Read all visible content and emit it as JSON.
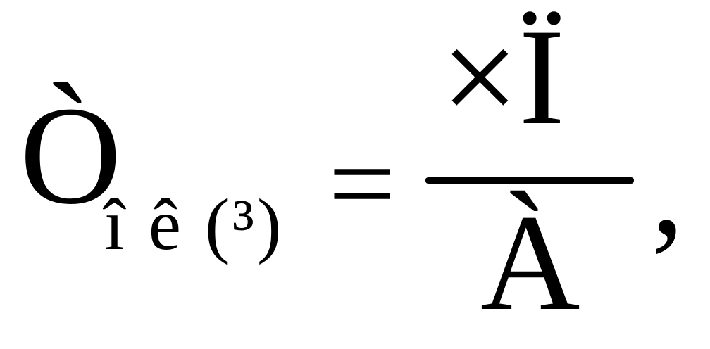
{
  "formula": {
    "main_symbol": "Ò",
    "subscript": "î ê (³)",
    "equals_sign": "=",
    "numerator": "×Ï",
    "denominator": "À",
    "trailing_punctuation": ","
  }
}
